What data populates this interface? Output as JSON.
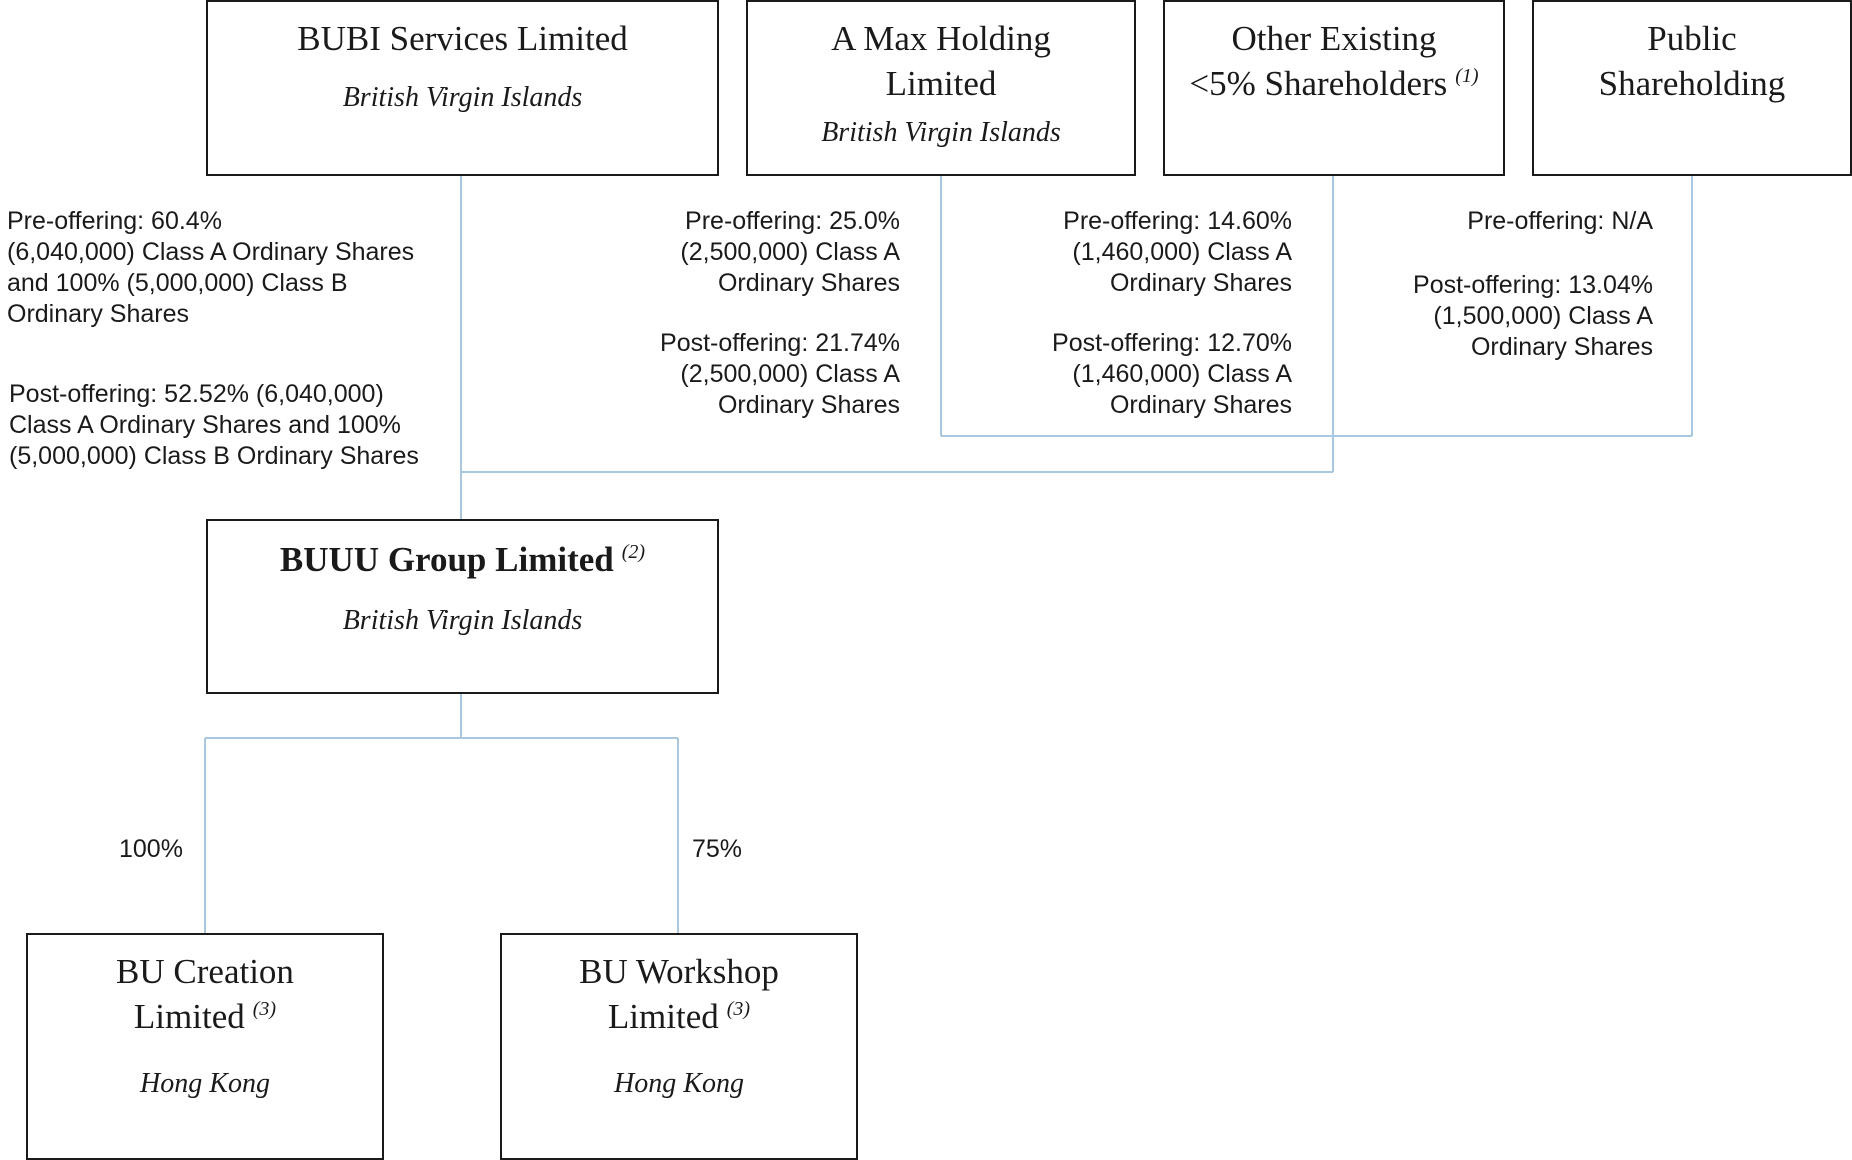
{
  "entities": {
    "bubi": {
      "name": "BUBI Services Limited",
      "jurisdiction": "British Virgin Islands"
    },
    "amax": {
      "name_line1": "A Max Holding",
      "name_line2": "Limited",
      "jurisdiction": "British Virgin Islands"
    },
    "other": {
      "name_line1": "Other Existing",
      "name_line2": "<5% Shareholders",
      "note": "(1)"
    },
    "public": {
      "name_line1": "Public",
      "name_line2": "Shareholding"
    },
    "buuu": {
      "name": "BUUU Group Limited",
      "note": "(2)",
      "jurisdiction": "British Virgin Islands"
    },
    "creation": {
      "name_line1": "BU Creation",
      "name_line2": "Limited",
      "note": "(3)",
      "jurisdiction": "Hong Kong"
    },
    "workshop": {
      "name_line1": "BU Workshop",
      "name_line2": "Limited",
      "note": "(3)",
      "jurisdiction": "Hong Kong"
    }
  },
  "ownership": {
    "bubi": {
      "pre": [
        "Pre-offering: 60.4%",
        "(6,040,000) Class A Ordinary Shares",
        "and 100% (5,000,000) Class B",
        "Ordinary Shares"
      ],
      "post": [
        "Post-offering: 52.52% (6,040,000)",
        "Class A Ordinary Shares and 100%",
        "(5,000,000) Class B Ordinary Shares"
      ]
    },
    "amax": {
      "pre": [
        "Pre-offering: 25.0%",
        "(2,500,000) Class A",
        "Ordinary Shares"
      ],
      "post": [
        "Post-offering: 21.74%",
        "(2,500,000) Class A",
        "Ordinary Shares"
      ]
    },
    "other": {
      "pre": [
        "Pre-offering: 14.60%",
        "(1,460,000) Class A",
        "Ordinary Shares"
      ],
      "post": [
        "Post-offering: 12.70%",
        "(1,460,000) Class A",
        "Ordinary Shares"
      ]
    },
    "public": {
      "pre": [
        "Pre-offering: N/A"
      ],
      "post": [
        "Post-offering: 13.04%",
        "(1,500,000) Class A",
        "Ordinary Shares"
      ]
    },
    "creation_pct": "100%",
    "workshop_pct": "75%"
  },
  "colors": {
    "connector": "#a9c7df",
    "box_border": "#1a1a1a",
    "text": "#1a1a1a"
  }
}
